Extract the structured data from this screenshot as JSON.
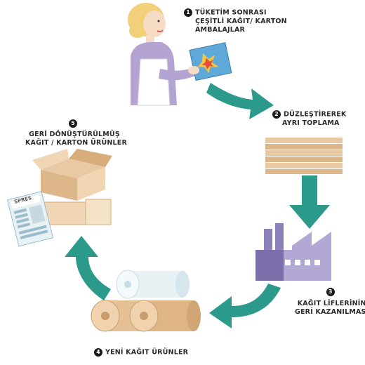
{
  "steps": [
    {
      "num": "1",
      "lines": [
        "TÜKETİM SONRASI",
        "ÇEŞİTLİ KAĞIT/ KARTON",
        "AMBALAJLAR"
      ]
    },
    {
      "num": "2",
      "lines": [
        "DÜZLEŞTİREREK",
        "AYRI TOPLAMA"
      ]
    },
    {
      "num": "3",
      "lines": [
        "KAĞIT LİFLERİNİN",
        "GERİ KAZANILMASI"
      ]
    },
    {
      "num": "4",
      "lines": [
        "YENİ KAĞIT ÜRÜNLER"
      ]
    },
    {
      "num": "5",
      "lines": [
        "GERİ DÖNÜŞTÜRÜLMÜŞ",
        "KAĞIT / KARTON ÜRÜNLER"
      ]
    }
  ],
  "newspaper_text": "SPRES",
  "colors": {
    "arrow": "#2b9a8a",
    "arrow_dark": "#217d70",
    "paper": "#e9c9a3",
    "factory": "#b3a7d6"
  }
}
